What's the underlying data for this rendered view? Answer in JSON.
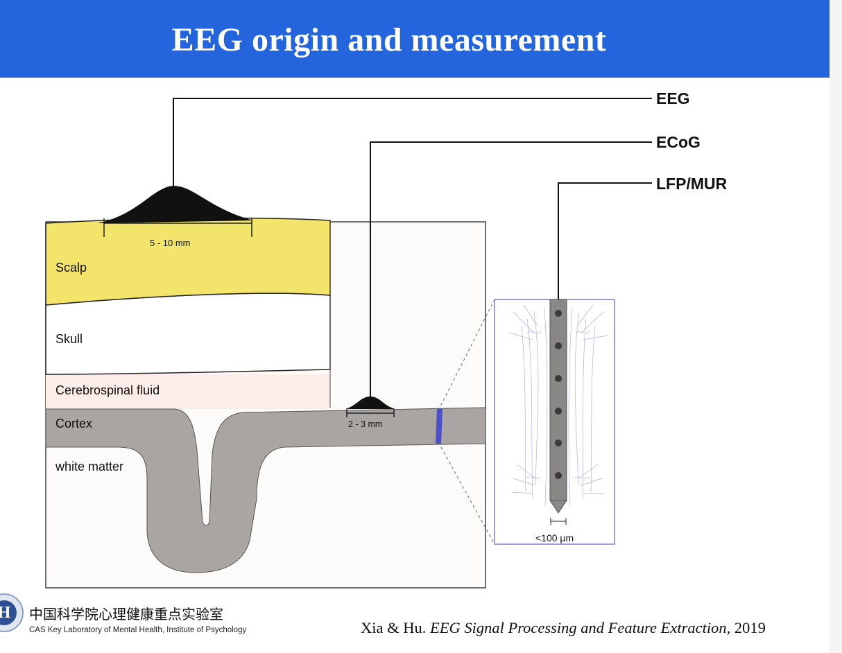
{
  "header": {
    "title": "EEG origin and measurement"
  },
  "diagram": {
    "measurements": {
      "eeg": "EEG",
      "ecog": "ECoG",
      "lfp": "LFP/MUR"
    },
    "layers": {
      "scalp": "Scalp",
      "skull": "Skull",
      "csf": "Cerebrospinal fluid",
      "cortex": "Cortex",
      "white_matter": "white matter"
    },
    "scales": {
      "eeg_span": "5 - 10 mm",
      "ecog_span": "2 - 3 mm",
      "probe_span": "<100 µm"
    },
    "colors": {
      "header": "#2465dd",
      "scalp": "#f3e46c",
      "csf": "#fcede8",
      "cortex": "#a8a5a2",
      "neuron": "#6b6fd6"
    }
  },
  "footer": {
    "lab_cn": "中国科学院心理健康重点实验室",
    "lab_en": "CAS Key Laboratory of Mental Health, Institute of Psychology",
    "citation_authors": "Xia & Hu.",
    "citation_title": "EEG Signal Processing and Feature Extraction",
    "citation_year": ", 2019"
  }
}
